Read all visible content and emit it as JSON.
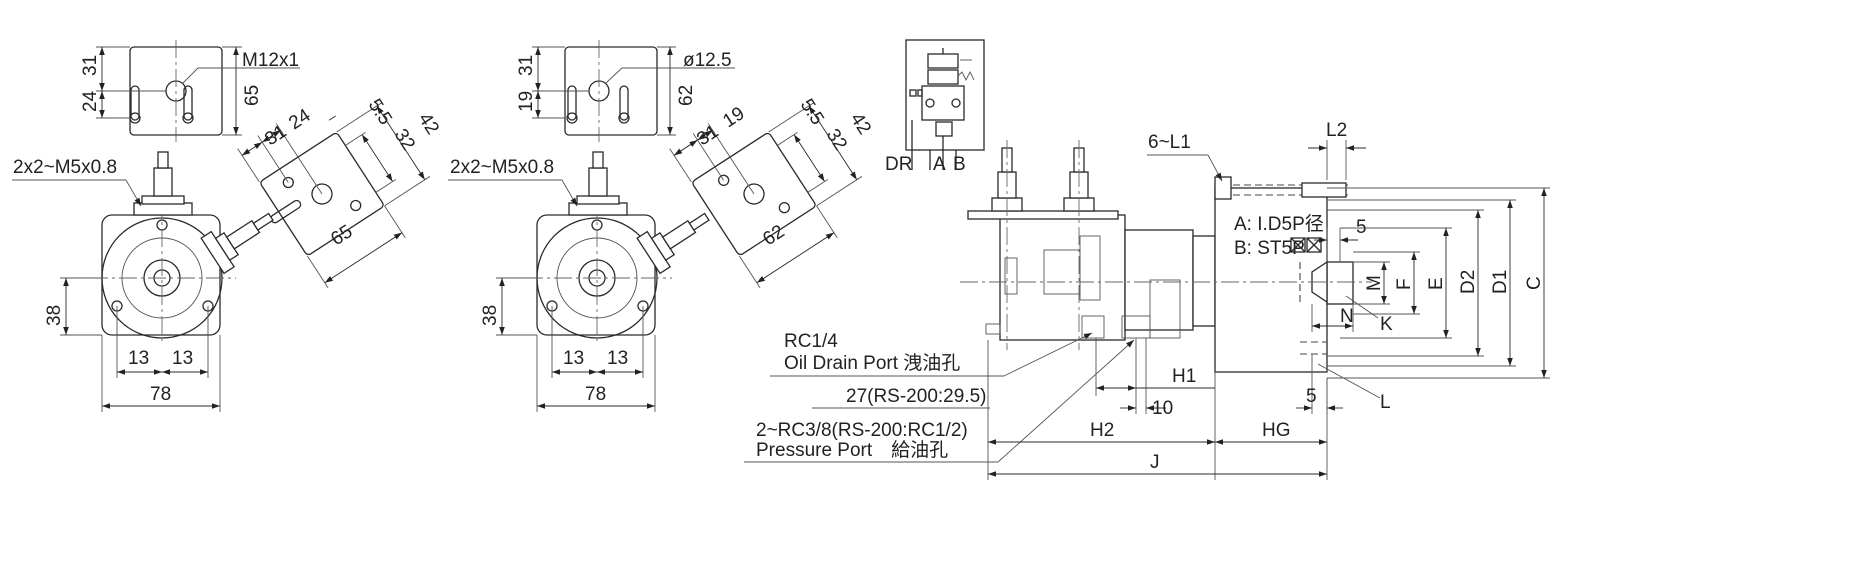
{
  "view1": {
    "dim_31": "31",
    "dim_24": "24",
    "dim_65": "65",
    "thread": "M12x1",
    "dim_55": "5.5",
    "dim_42": "42",
    "dim_32": "32",
    "dim_31b": "31",
    "dim_24b": "24",
    "dim_65b": "65",
    "bolt_note": "2x2~M5x0.8",
    "dim_38": "38",
    "dim_13a": "13",
    "dim_13b": "13",
    "dim_78": "78"
  },
  "view2": {
    "dim_31": "31",
    "dim_19": "19",
    "dim_62": "62",
    "bore": "ø12.5",
    "dim_55": "5.5",
    "dim_42": "42",
    "dim_32": "32",
    "dim_31b": "31",
    "dim_19b": "19",
    "dim_62b": "62",
    "bolt_note": "2x2~M5x0.8",
    "dim_38": "38",
    "dim_13a": "13",
    "dim_13b": "13",
    "dim_78": "78"
  },
  "view3": {
    "circuit_dr": "DR",
    "circuit_a": "A",
    "circuit_b": "B",
    "bolt_note": "6~L1",
    "dim_l2": "L2",
    "note_a": "A: I.D5P径",
    "note_b": "B: ST5P",
    "dim_5a": "5",
    "dim_m": "M",
    "dim_f": "F",
    "dim_e": "E",
    "dim_d2": "D2",
    "dim_d1": "D1",
    "dim_c": "C",
    "dim_n": "N",
    "dim_k": "K",
    "dim_l": "L",
    "dim_5b": "5",
    "drain_1": "RC1/4",
    "drain_2": "Oil Drain Port 洩油孔",
    "dim_27": "27(RS-200:29.5)",
    "dim_h1": "H1",
    "dim_10": "10",
    "press_1": "2~RC3/8(RS-200:RC1/2)",
    "press_2": "Pressure Port　給油孔",
    "dim_h2": "H2",
    "dim_hg": "HG",
    "dim_j": "J"
  }
}
